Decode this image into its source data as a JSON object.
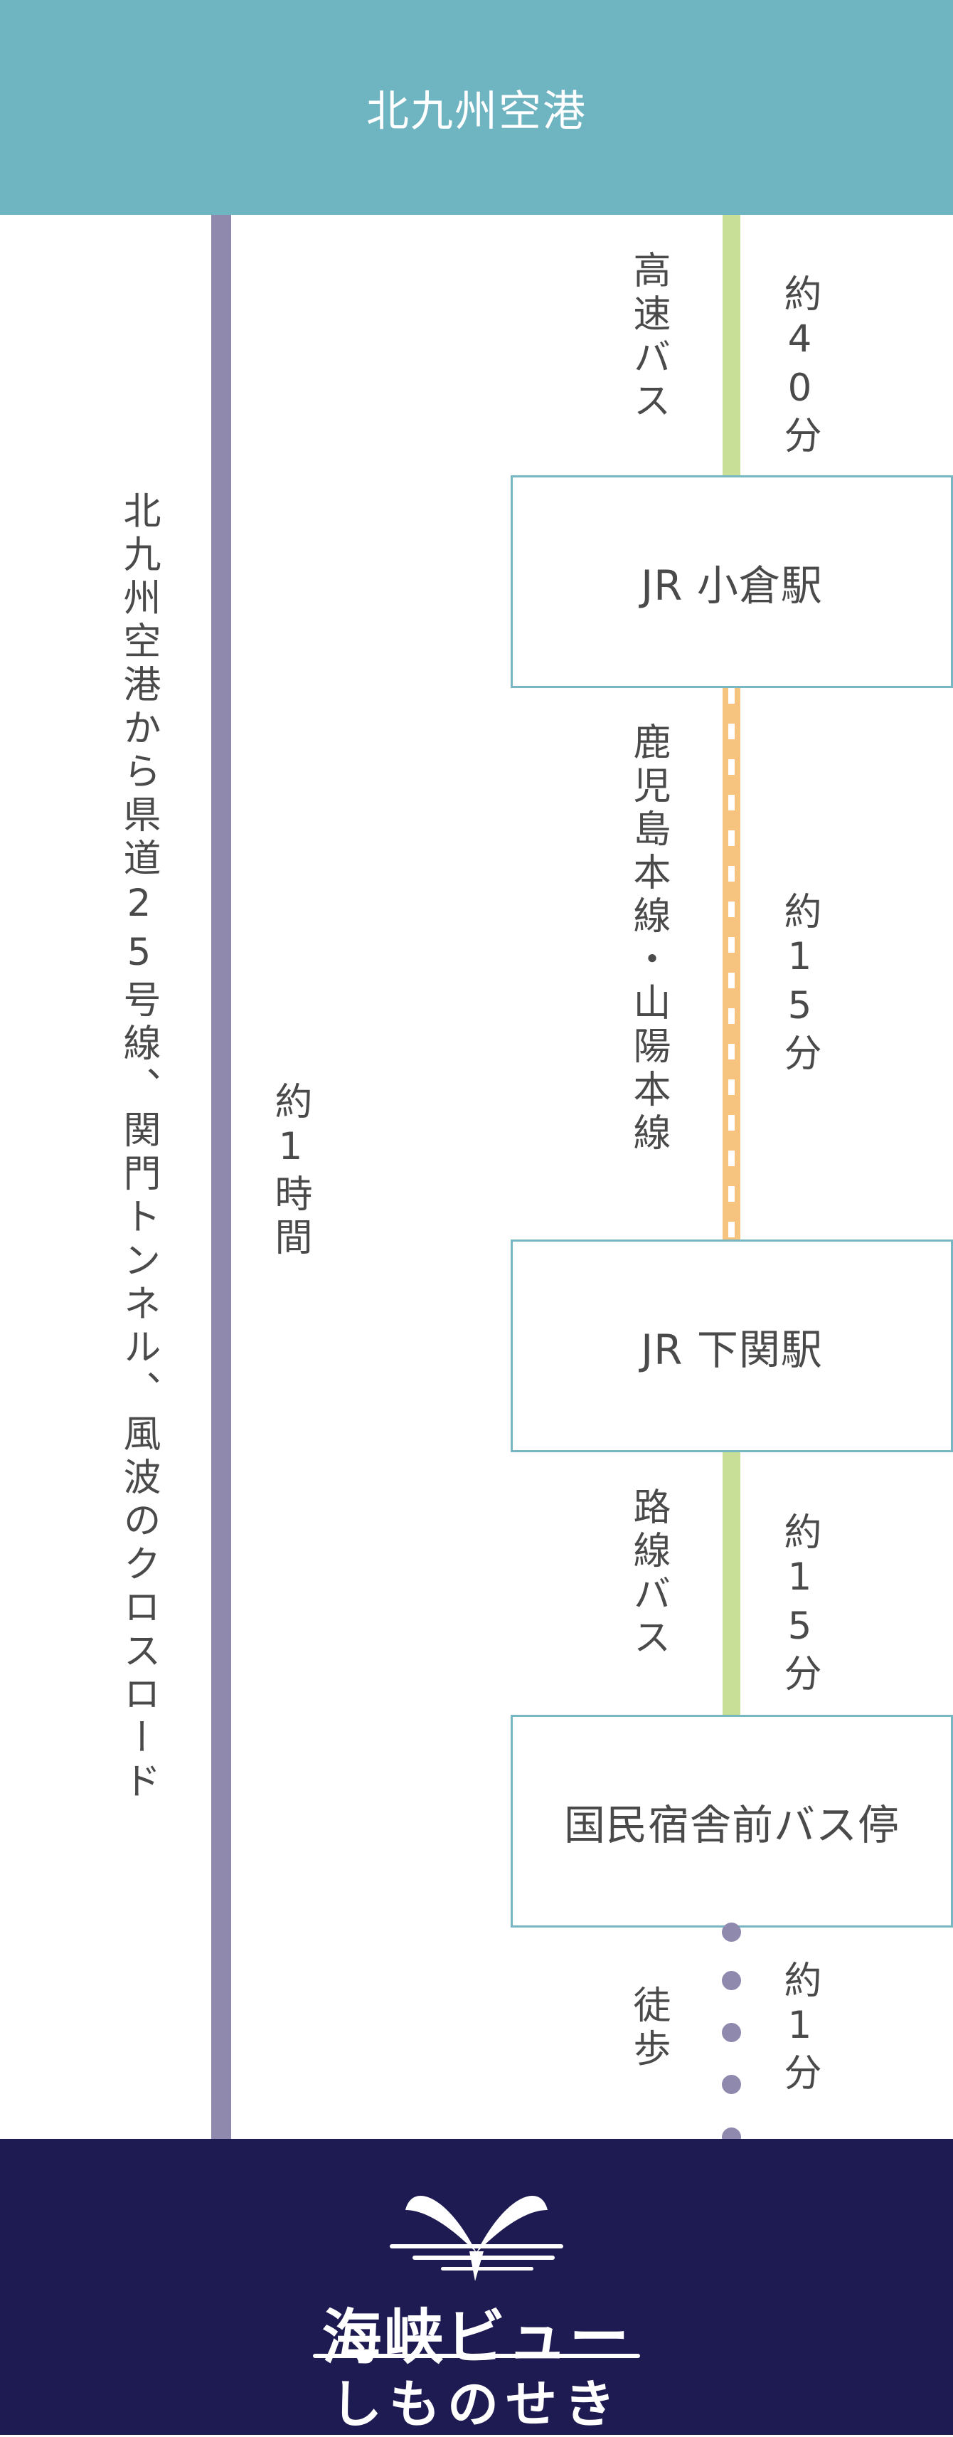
{
  "header": {
    "title": "北九州空港"
  },
  "route": {
    "description": "北九州空港から県道25号線、関門トンネル、風波のクロスロード",
    "total_time": "約1時間"
  },
  "segments": {
    "bus_express": {
      "mode": "高速バス",
      "duration": "約40分"
    },
    "train": {
      "mode": "鹿児島本線・山陽本線",
      "duration": "約15分"
    },
    "bus_route": {
      "mode": "路線バス",
      "duration": "約15分"
    },
    "walk": {
      "mode": "徒歩",
      "duration": "約1分"
    }
  },
  "stations": {
    "kokura": "JR 小倉駅",
    "shimonoseki": "JR 下関駅",
    "bus_stop": "国民宿舎前バス停"
  },
  "footer": {
    "logo_text_main": "海峡ビュー",
    "logo_text_sub": "しものせき"
  },
  "colors": {
    "header": "#6fb4c1",
    "route_bar": "#8e89ad",
    "bus_segment": "#c7df97",
    "rail_segment": "#f6c47e",
    "station_border": "#76b7c3",
    "footer": "#1e1b52"
  }
}
